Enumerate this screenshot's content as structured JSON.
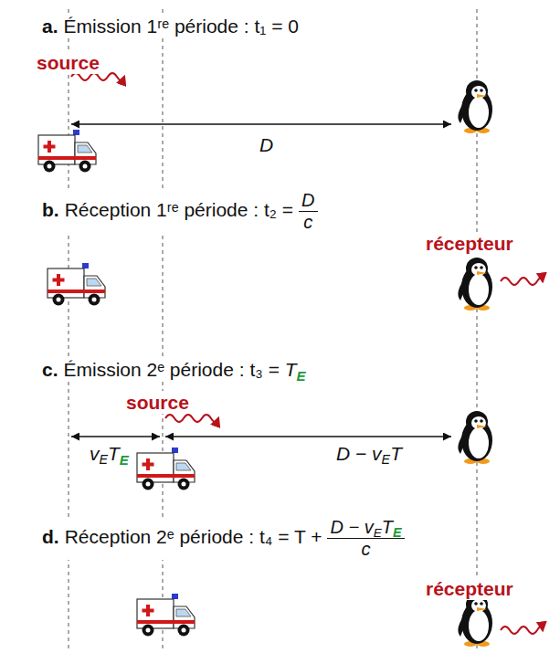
{
  "diagram": {
    "labels": [
      "a.",
      "Émission 1ʳᵉ période : t₁ = 0",
      "source",
      "D",
      "b.",
      "Réception 1ʳᵉ période : t₂ =",
      "D",
      "c",
      "récepteur",
      "c.",
      "Émission 2ᵉ période : t₃ =",
      "T",
      "E",
      "source",
      "v",
      "E",
      "T",
      "E",
      "D − v",
      "E",
      "T",
      "d.",
      "Réception 2ᵉ période : t₄ = T +",
      "D − v",
      "E",
      "T",
      "E",
      "c",
      "récepteur"
    ]
  }
}
